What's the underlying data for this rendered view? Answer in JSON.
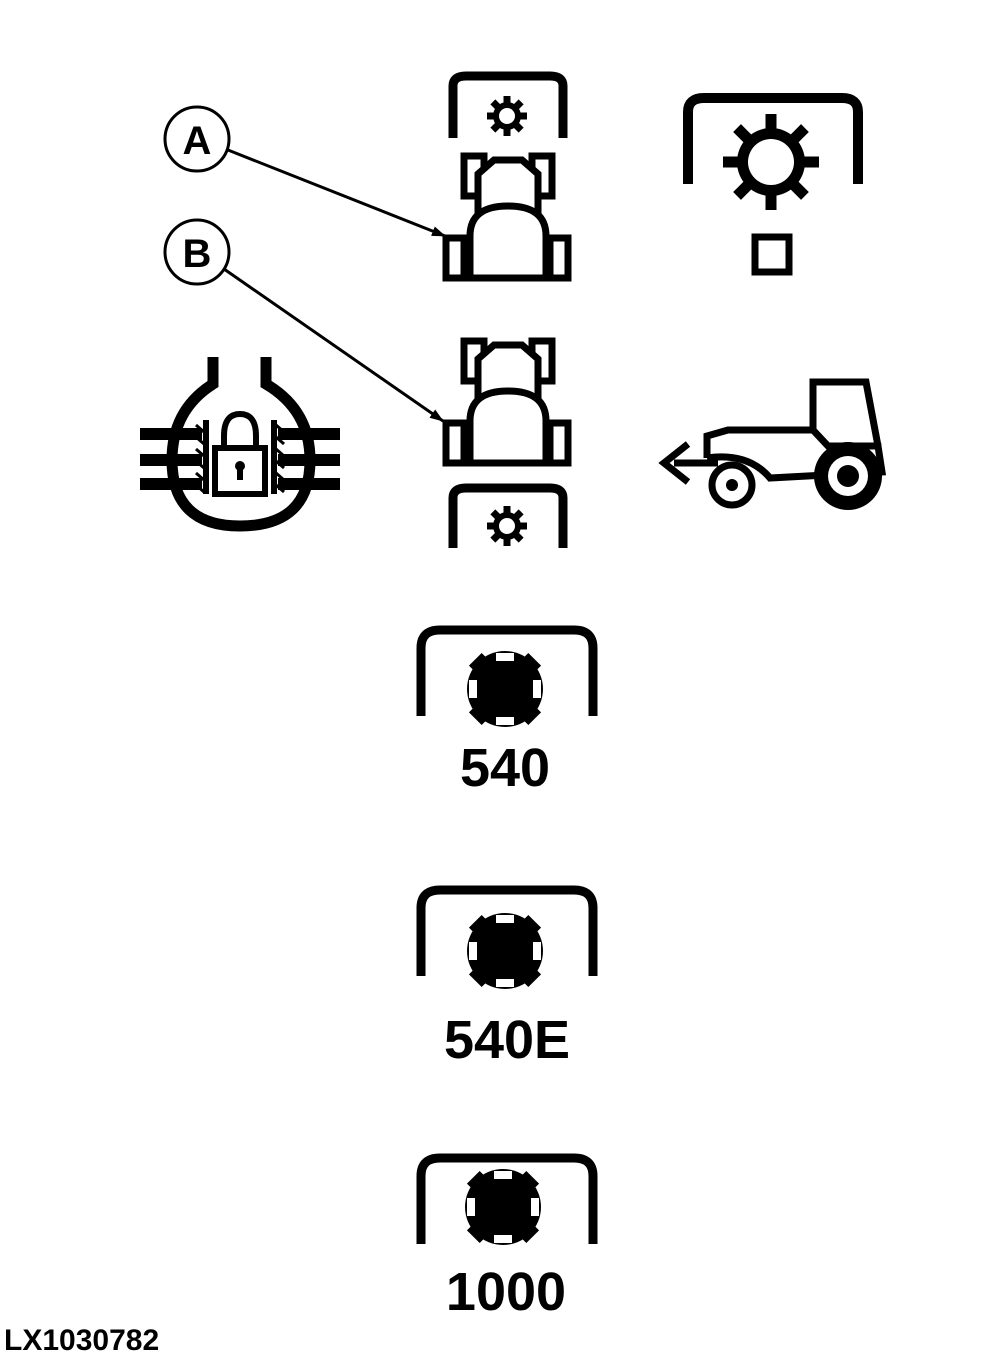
{
  "callouts": {
    "a": "A",
    "b": "B"
  },
  "icons": {
    "front_pto": "front-pto-icon",
    "rear_pto": "rear-pto-icon",
    "pto_engaged": "pto-engaged-icon",
    "pto_lock": "pto-lock-icon",
    "tractor_reverse": "tractor-reverse-icon",
    "pto_speed": "pto-speed-icon"
  },
  "speeds": {
    "s540": "540",
    "s540e": "540E",
    "s1000": "1000"
  },
  "figure_id": "LX1030782",
  "colors": {
    "ink": "#000000",
    "paper": "#ffffff"
  }
}
